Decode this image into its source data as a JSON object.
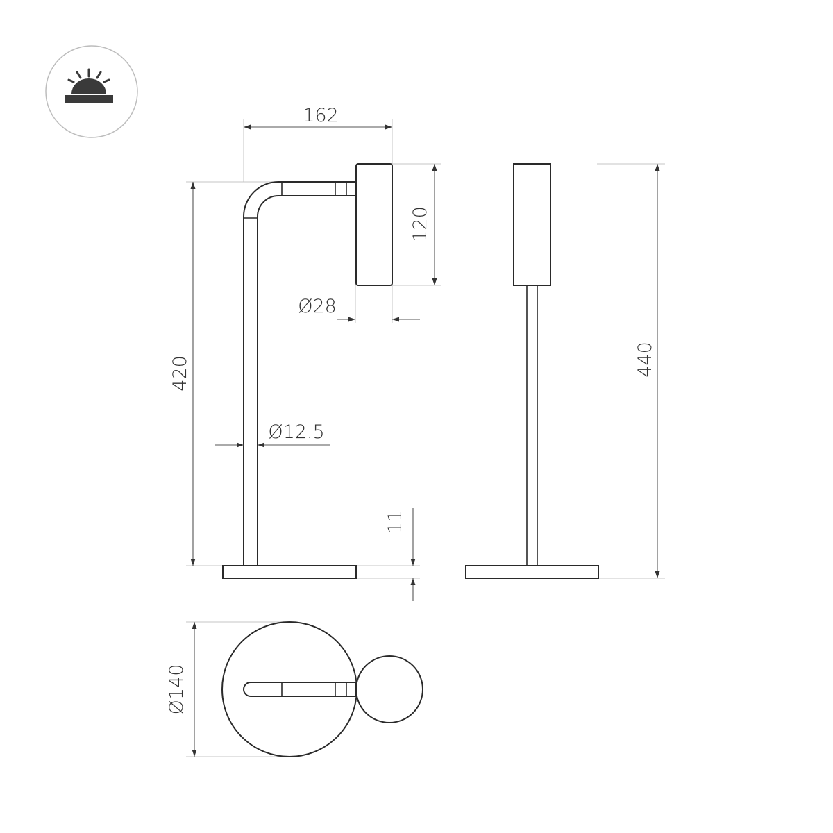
{
  "icon": {
    "name": "surface-mount-light-icon",
    "circle_color": "#bdbdbd",
    "fill_color": "#3a3a3a"
  },
  "dimensions": {
    "top_width": "162",
    "head_height": "120",
    "head_diameter": "Ø28",
    "stand_height": "420",
    "rod_diameter": "Ø12.5",
    "base_thickness": "11",
    "total_height": "440",
    "base_diameter": "Ø140"
  },
  "colors": {
    "outline": "#2a2a2a",
    "dimension_line": "#555555",
    "extension_line": "#c4c4c4"
  }
}
